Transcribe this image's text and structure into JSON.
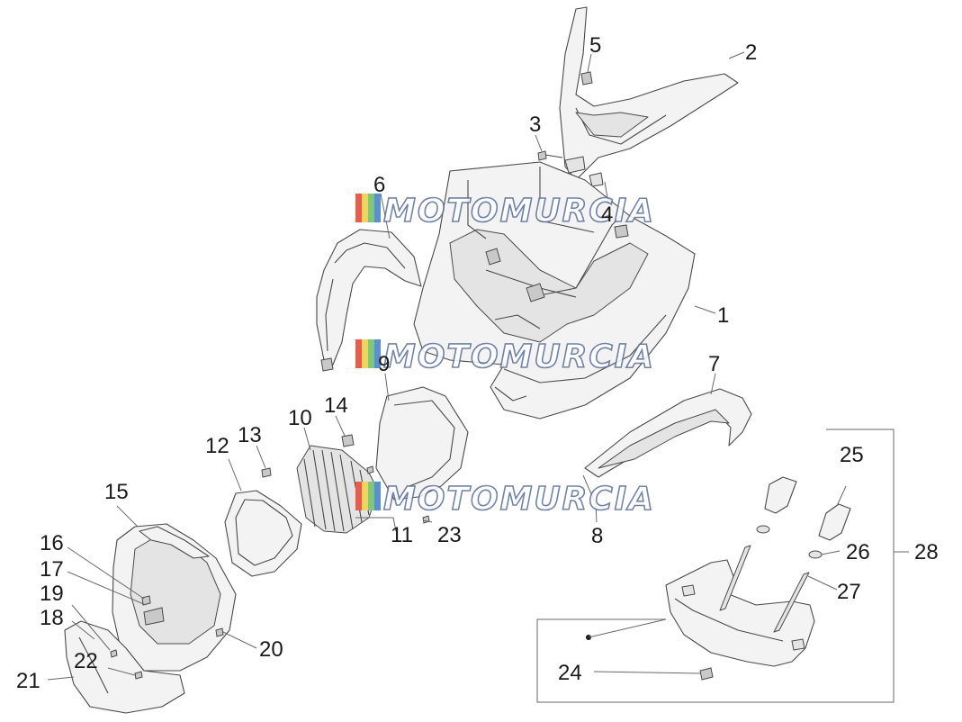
{
  "labels": {
    "p1": "1",
    "p2": "2",
    "p3": "3",
    "p4": "4",
    "p5": "5",
    "p6": "6",
    "p7": "7",
    "p8": "8",
    "p9": "9",
    "p10": "10",
    "p11": "11",
    "p12": "12",
    "p13": "13",
    "p14": "14",
    "p15": "15",
    "p16": "16",
    "p17": "17",
    "p18": "18",
    "p19": "19",
    "p20": "20",
    "p21": "21",
    "p22": "22",
    "p23": "23",
    "p24": "24",
    "p25": "25",
    "p26": "26",
    "p27": "27",
    "p28": "28"
  },
  "watermark": {
    "text": "MOTOMURCIA",
    "colors": [
      "#e95a4f",
      "#f2d35b",
      "#7fc77a",
      "#5a8fd0"
    ]
  }
}
